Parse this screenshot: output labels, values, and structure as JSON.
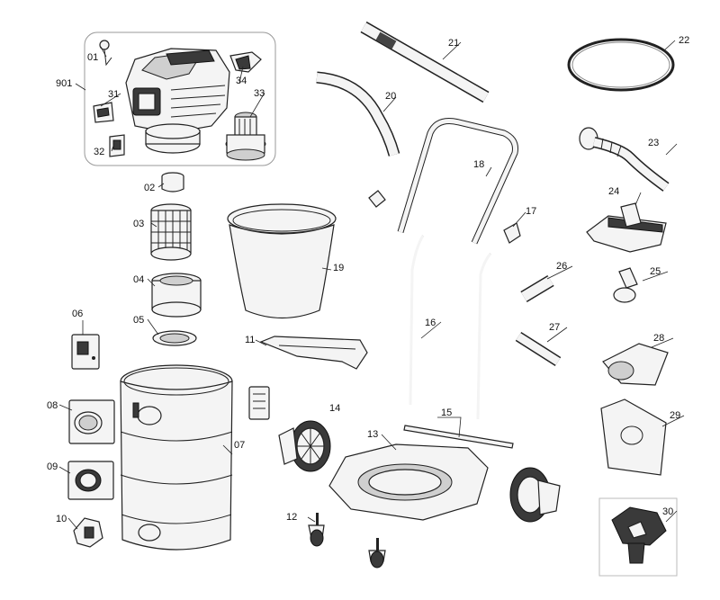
{
  "labels": {
    "p01": "01",
    "p02": "02",
    "p03": "03",
    "p04": "04",
    "p05": "05",
    "p06": "06",
    "p07": "07",
    "p08": "08",
    "p09": "09",
    "p10": "10",
    "p11": "11",
    "p12": "12",
    "p13": "13",
    "p14": "14",
    "p15": "15",
    "p16": "16",
    "p17": "17",
    "p18": "18",
    "p19": "19",
    "p20": "20",
    "p21": "21",
    "p22": "22",
    "p23": "23",
    "p24": "24",
    "p25": "25",
    "p26": "26",
    "p27": "27",
    "p28": "28",
    "p29": "29",
    "p30": "30",
    "p31": "31",
    "p32": "32",
    "p33": "33",
    "p34": "34",
    "p901": "901"
  }
}
